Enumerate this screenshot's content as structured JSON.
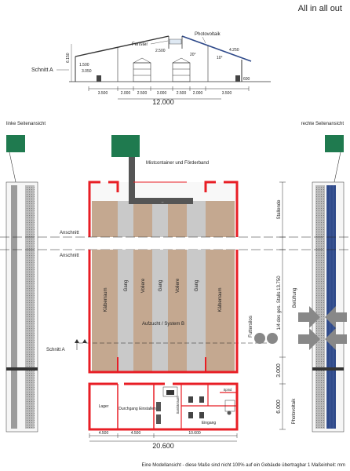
{
  "title": "All in all out",
  "section": {
    "name": "Schnitt A",
    "labels": {
      "window": "Fenster",
      "pv": "Photovoltaik"
    },
    "dims_small": [
      "2.500",
      "4.250",
      "20°",
      "10°",
      "1.500",
      "3.050",
      "600",
      "6.150"
    ],
    "bottom_dims": [
      "3.500",
      "2.000",
      "2.500",
      "3.000",
      "2.500",
      "2.000",
      "3.500"
    ],
    "total_width": "12.000"
  },
  "side_views": {
    "left": "linke Seitenansicht",
    "right": "rechte Seitenansicht"
  },
  "plan": {
    "manure_label": "Mistcontainer und Förderband",
    "cut_label": "Anschnitt",
    "section_marker": "Schnitt A",
    "zones": [
      "Kälberraum",
      "Gang",
      "Voliere",
      "Gang",
      "Voliere",
      "Gang",
      "Kälberraum"
    ],
    "system_label": "Aufzucht / System B",
    "silos_label": "Futtersilos",
    "ventilation": "Belüftung",
    "pv_label": "Photovoltaik",
    "right_dims": [
      "Stallende",
      "1/4 des ges. Stalls  13.750",
      "3.000",
      "6.000"
    ],
    "rooms": [
      "Lager",
      "Durchgang Einstallen",
      "Spind",
      "Sanitärraum",
      "Eingang"
    ],
    "bottom_dims": [
      "4.500",
      "4.500",
      "10.600"
    ],
    "total_width": "20.600"
  },
  "footer": "Eine Modellansicht - diese Maße sind nicht 100% auf ein Gebäude übertragbar  1  Maßeinheit: mm",
  "colors": {
    "wall": "#e81e25",
    "aisle": "#c9c9c9",
    "pen": "#c4a890",
    "sign": "#1f7a4f",
    "manure": "#555555",
    "pv": "#2f4a8a"
  }
}
